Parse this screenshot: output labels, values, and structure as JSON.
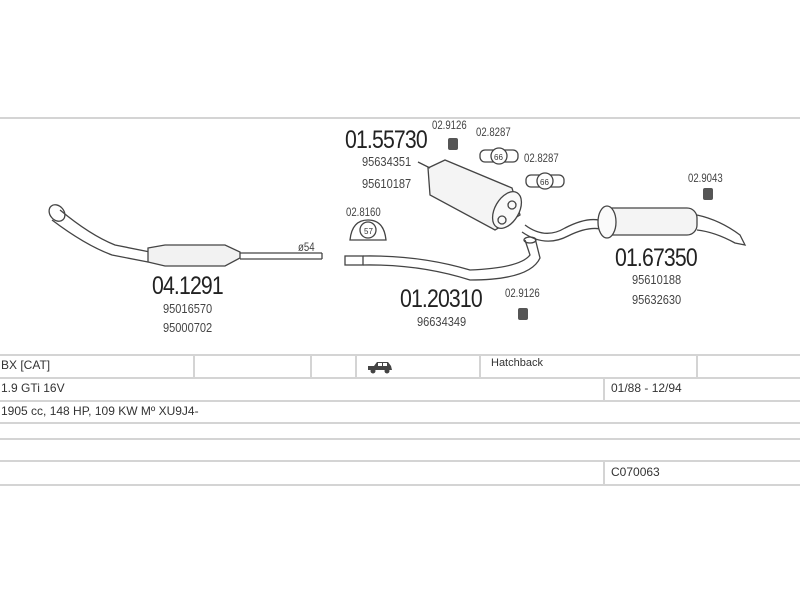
{
  "parts": {
    "front_pipe": {
      "number": "04.1291",
      "oe": [
        "95016570",
        "95000702"
      ],
      "diameter": "ø54"
    },
    "middle_silencer": {
      "number": "01.55730",
      "oe": [
        "95634351",
        "95610187"
      ]
    },
    "intermediate_pipe": {
      "number": "01.20310",
      "oe": [
        "96634349"
      ]
    },
    "rear_silencer": {
      "number": "01.67350",
      "oe": [
        "95610188",
        "95632630"
      ]
    }
  },
  "fittings": {
    "clamp_57": {
      "number": "02.8160",
      "size": "57"
    },
    "clamp_66_a": {
      "number": "02.8287",
      "size": "66"
    },
    "clamp_66_b": {
      "number": "02.8287",
      "size": "66"
    },
    "rubber_a": {
      "number": "02.9126"
    },
    "rubber_b": {
      "number": "02.9126"
    },
    "rubber_c": {
      "number": "02.9043"
    }
  },
  "vehicle": {
    "model": "BX  [CAT]",
    "body": "Hatchback",
    "variant": "1.9 GTi 16V",
    "years": "01/88 - 12/94",
    "engine": "1905 cc, 148 HP, 109 KW Mº XU9J4-",
    "code": "C070063"
  },
  "colors": {
    "line": "#d4d4d4",
    "ink": "#333333"
  }
}
